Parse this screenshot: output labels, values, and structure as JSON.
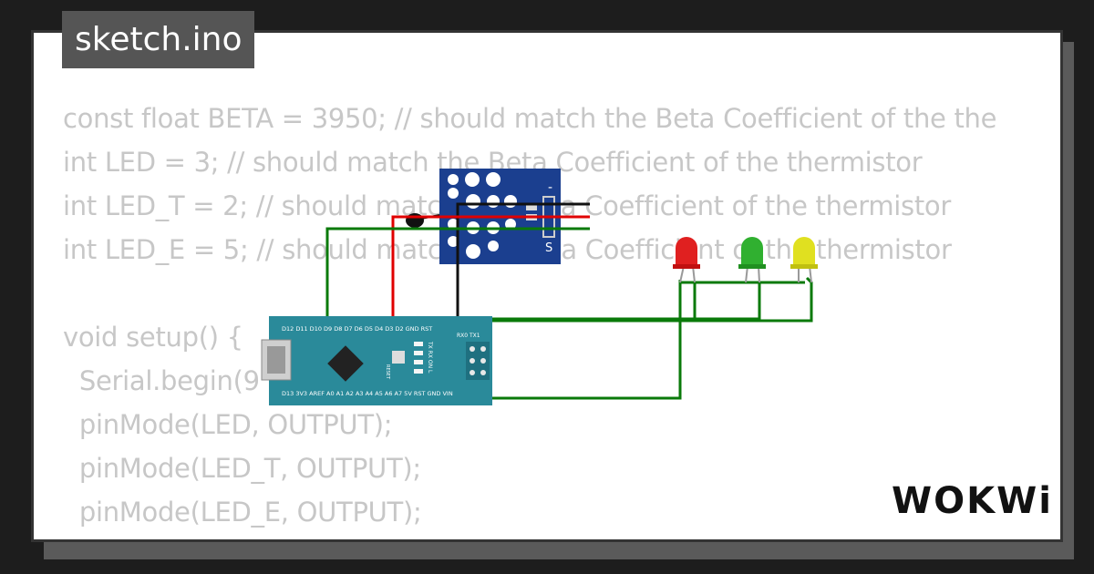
{
  "tab": {
    "filename": "sketch.ino"
  },
  "code_lines": [
    "const float BETA = 3950; // should match the Beta Coefficient of the the",
    "int LED = 3; // should match the Beta Coefficient of the thermistor",
    "int LED_T = 2; // should match the Beta Coefficient of the thermistor",
    "int LED_E = 5; // should match the Beta Coefficient of the thermistor",
    "",
    "void setup() {",
    "  Serial.begin(9",
    "  pinMode(LED, OUTPUT);",
    "  pinMode(LED_T, OUTPUT);",
    "  pinMode(LED_E, OUTPUT);",
    "}"
  ],
  "logo": {
    "text": "WOKWi"
  },
  "arduino": {
    "top_pins_label": "D12 D11 D10 D9  D8  D7  D6  D5  D4  D3  D2 GND RST",
    "bottom_pins_label": "D13 3V3 AREF A0  A1  A2  A3  A4  A5  A6  A7  5V RST GND VIN",
    "rx_tx_label": "RX0 TX1",
    "reset_label": "RESET",
    "led_labels": "TX RX ON L"
  },
  "sensor": {
    "minus_label": "-",
    "s_label": "S"
  },
  "colors": {
    "board": "#2a8a9a",
    "wire_green": "#0a7a0a",
    "wire_red": "#e00000",
    "wire_black": "#111111",
    "led_red": "#e02020",
    "led_green": "#30b030",
    "led_yellow": "#e0e020",
    "sensor": "#1b3f8f"
  }
}
